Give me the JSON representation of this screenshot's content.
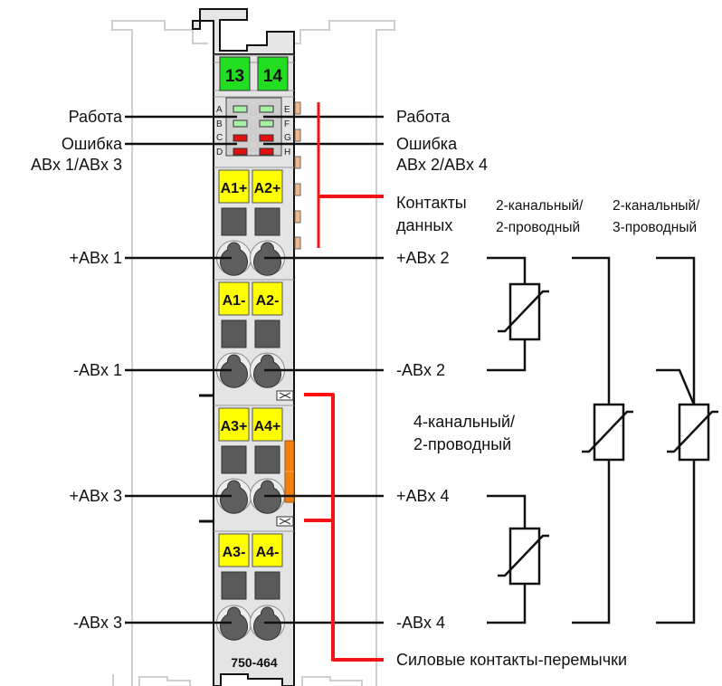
{
  "module": {
    "part_number": "750-464",
    "top_markers": [
      "13",
      "14"
    ],
    "led_letters_left": [
      "A",
      "B",
      "C",
      "D"
    ],
    "led_letters_right": [
      "E",
      "F",
      "G",
      "H"
    ],
    "terminal_labels": [
      "A1+",
      "A2+",
      "A1-",
      "A2-",
      "A3+",
      "A4+",
      "A3-",
      "A4-"
    ]
  },
  "labels_left": {
    "run": "Работа",
    "error_line1": "Ошибка",
    "error_line2": "ABx 1/ABx 3",
    "plus_abx1": "+ABx 1",
    "minus_abx1": "-ABx 1",
    "plus_abx3": "+ABx 3",
    "minus_abx3": "-ABx 3"
  },
  "labels_right": {
    "run": "Работа",
    "error_line1": "Ошибка",
    "error_line2": "ABx 2/ABx 4",
    "data_contacts_line1": "Контакты",
    "data_contacts_line2": "данных",
    "plus_abx2": "+ABx 2",
    "minus_abx2": "-ABx 2",
    "plus_abx4": "+ABx 4",
    "minus_abx4": "-ABx 4",
    "power_jumpers": "Силовые контакты-перемычки"
  },
  "wiring_variants": {
    "two_ch_two_wire_line1": "2-канальный/",
    "two_ch_two_wire_line2": "2-проводный",
    "two_ch_three_wire_line1": "2-канальный/",
    "two_ch_three_wire_line2": "3-проводный",
    "four_ch_two_wire_line1": "4-канальный/",
    "four_ch_two_wire_line2": "2-проводный"
  },
  "colors": {
    "marker_green": "#22dd22",
    "led_green": "#a8f0a8",
    "led_red": "#e01010",
    "terminal_yellow": "#ffff00",
    "jumper_red": "#ff1010",
    "power_orange": "#f08010",
    "data_contact_orange": "#f4b888",
    "body_gray": "#e4e4e4"
  }
}
